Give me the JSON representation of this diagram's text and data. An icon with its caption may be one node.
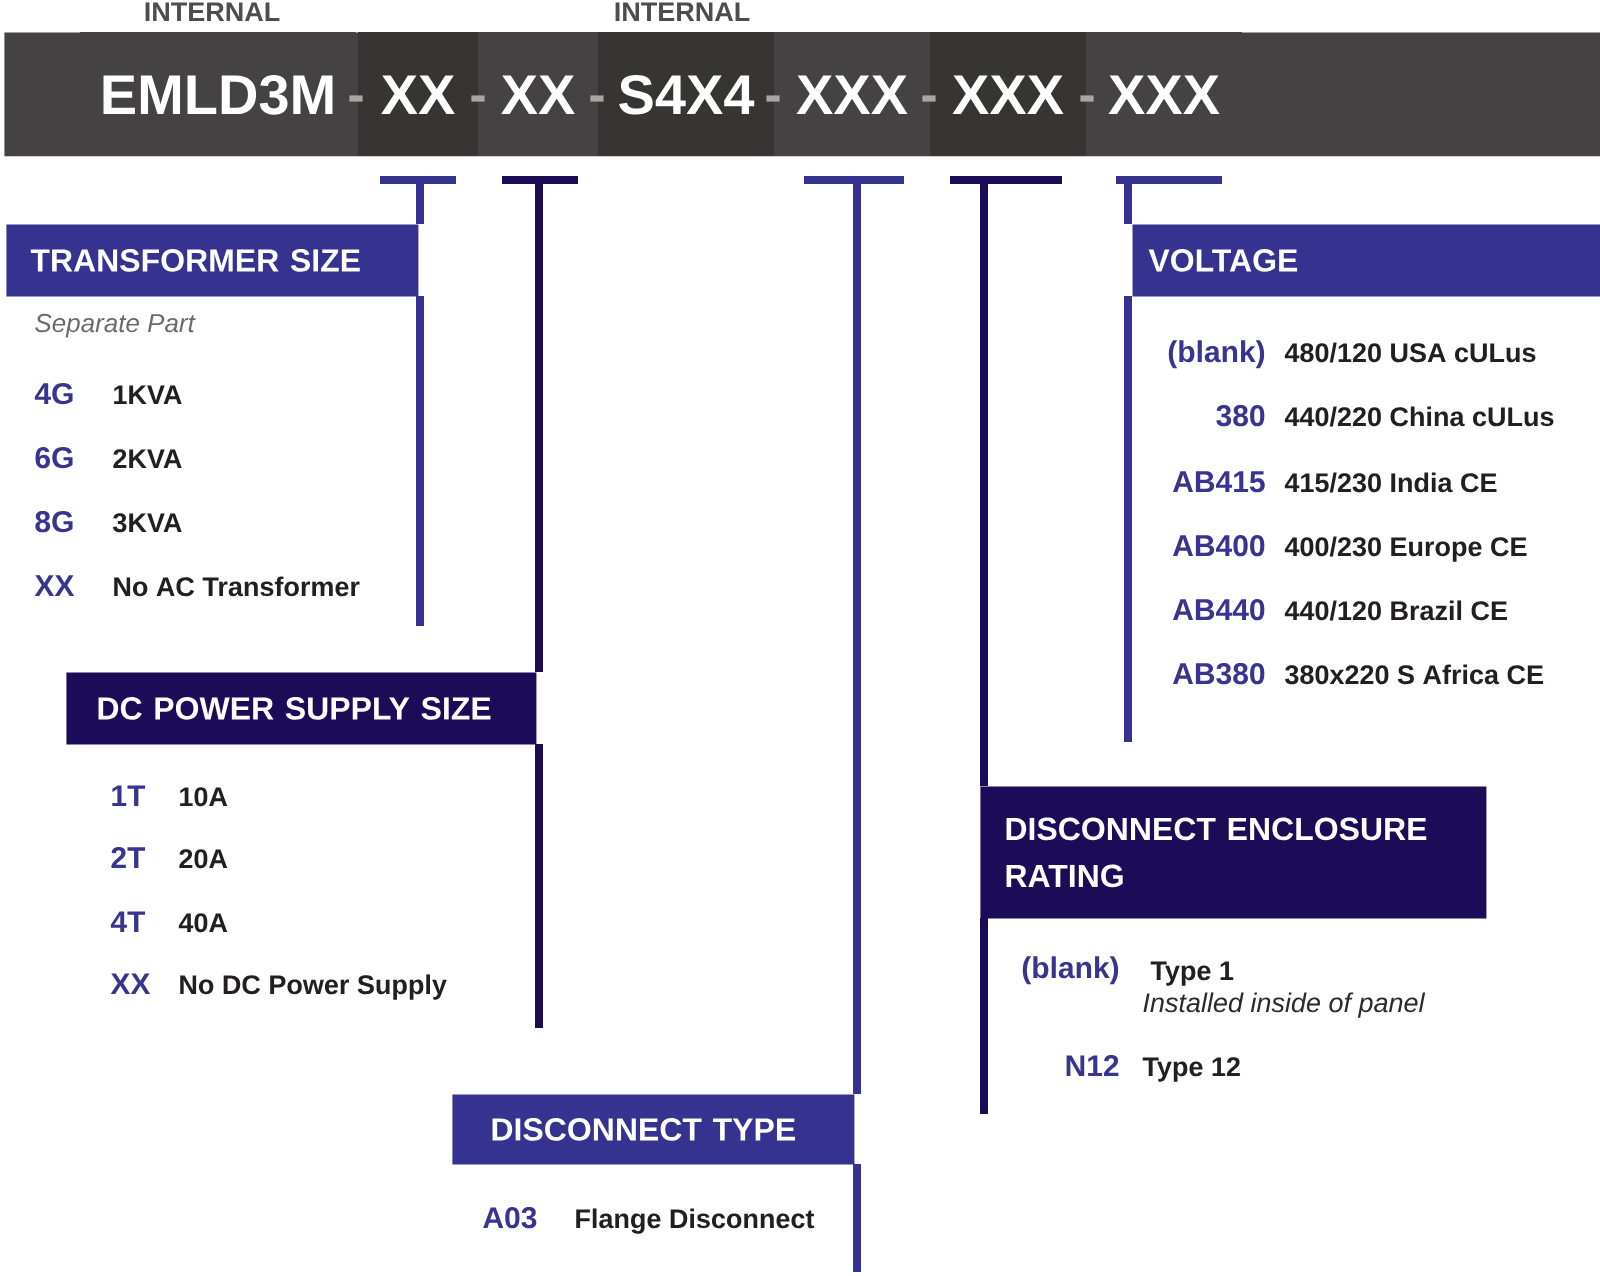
{
  "diagram": {
    "nodes": [
      {
        "text": [],
        "shape": "bar"
      },
      {
        "text": [
          "EMLD3M"
        ],
        "in": 0,
        "beside": [
          "INTERNAL"
        ]
      },
      {
        "text": [
          "XX"
        ],
        "in": 0
      },
      {
        "text": [
          "XX"
        ],
        "in": 0
      },
      {
        "text": [
          "S4X4"
        ],
        "in": 0,
        "beside": [
          "INTERNAL"
        ]
      },
      {
        "text": [
          "XXX"
        ],
        "in": 0
      },
      {
        "text": [
          "XXX"
        ],
        "in": 0
      },
      {
        "text": [
          "XXX"
        ],
        "in": 0
      },
      {
        "text": [
          "TRANSFORMER SIZE"
        ],
        "beside": [
          "Separate Part",
          "4G",
          "1KVA",
          "6G",
          "2KVA",
          "8G",
          "3KVA",
          "XX",
          "No AC Transformer"
        ]
      },
      {
        "text": [
          "VOLTAGE"
        ],
        "beside": [
          "(blank)",
          "480/120 USA cULus",
          "380",
          "440/220 China cULus",
          "AB415",
          "415/230 India CE",
          "AB400",
          "400/230 Europe CE",
          "AB440",
          "440/120 Brazil CE",
          "AB380",
          "380x220 S Africa CE"
        ]
      },
      {
        "text": [
          "DC POWER SUPPLY SIZE"
        ],
        "beside": [
          "1T",
          "10A",
          "2T",
          "20A",
          "4T",
          "40A",
          "XX",
          "No DC Power Supply"
        ]
      },
      {
        "text": [
          "DISCONNECT ENCLOSURE RATING"
        ],
        "beside": [
          "(blank)",
          "Type 1",
          "Installed inside of panel",
          "N12",
          "Type 12"
        ]
      },
      {
        "text": [
          "DISCONNECT TYPE"
        ],
        "beside": [
          "A03",
          "Flange Disconnect"
        ]
      }
    ],
    "edges": [
      {
        "from": 2,
        "to": 8,
        "arrow": "none"
      },
      {
        "from": 3,
        "to": 10,
        "arrow": "none",
        "color": "#1c0c58"
      },
      {
        "from": 5,
        "to": 12,
        "arrow": "none"
      },
      {
        "from": 6,
        "to": 11,
        "arrow": "none",
        "color": "#1c0c58"
      },
      {
        "from": 7,
        "to": 9,
        "arrow": "none"
      }
    ],
    "labels": [
      "-",
      "-",
      "-",
      "-",
      "-",
      "-"
    ]
  }
}
